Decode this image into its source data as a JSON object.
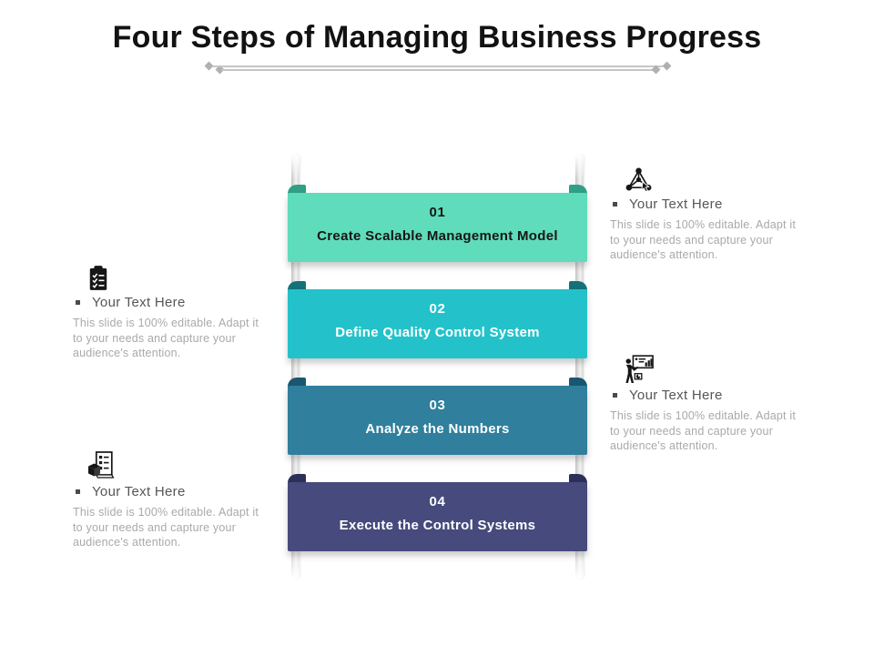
{
  "slide": {
    "title": "Four Steps of Managing Business Progress",
    "steps": [
      {
        "number": "01",
        "label": "Create Scalable Management Model",
        "color": "#5fdcbb",
        "fold_color": "#2f9f85",
        "text_color": "#161616"
      },
      {
        "number": "02",
        "label": "Define Quality Control System",
        "color": "#23c2ca",
        "fold_color": "#137179",
        "text_color": "#ffffff"
      },
      {
        "number": "03",
        "label": "Analyze the Numbers",
        "color": "#2f7f9d",
        "fold_color": "#1a5670",
        "text_color": "#ffffff"
      },
      {
        "number": "04",
        "label": "Execute the Control Systems",
        "color": "#464a7c",
        "fold_color": "#2c2f5a",
        "text_color": "#ffffff"
      }
    ],
    "callouts": [
      {
        "position": "left-top",
        "icon": "clipboard-checklist-icon",
        "heading": "Your Text Here",
        "body": "This slide is 100% editable. Adapt it to your needs and capture your audience's attention."
      },
      {
        "position": "left-bottom",
        "icon": "box-checklist-icon",
        "heading": "Your Text Here",
        "body": "This slide is 100% editable. Adapt it to your needs and capture your audience's attention."
      },
      {
        "position": "right-top",
        "icon": "network-nodes-icon",
        "heading": "Your Text Here",
        "body": "This slide is 100% editable. Adapt it to your needs and capture your audience's attention."
      },
      {
        "position": "right-bottom",
        "icon": "presenter-chart-icon",
        "heading": "Your Text Here",
        "body": "This slide is 100% editable. Adapt it to your needs and capture your audience's attention."
      }
    ],
    "divider_color": "#c6c6c6",
    "diamond_color": "#b0b0b0"
  }
}
